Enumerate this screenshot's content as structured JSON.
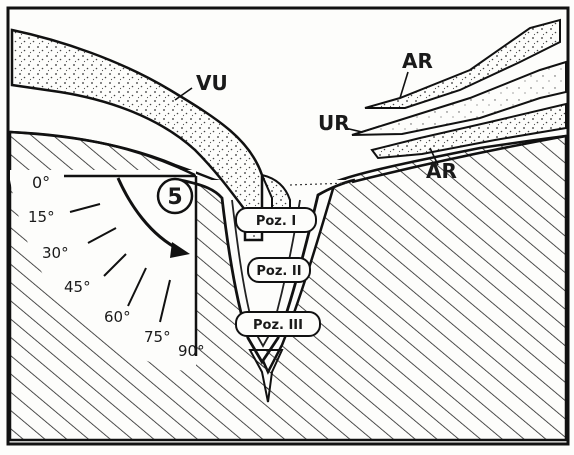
{
  "figure": {
    "step_number": "5",
    "labels": {
      "vu": "VU",
      "ar_top": "AR",
      "ur": "UR",
      "ar_bottom": "AR"
    },
    "positions": [
      {
        "label": "Poz. I"
      },
      {
        "label": "Poz. II"
      },
      {
        "label": "Poz. III"
      }
    ],
    "angles": [
      "0°",
      "15°",
      "30°",
      "45°",
      "60°",
      "75°",
      "90°"
    ]
  }
}
